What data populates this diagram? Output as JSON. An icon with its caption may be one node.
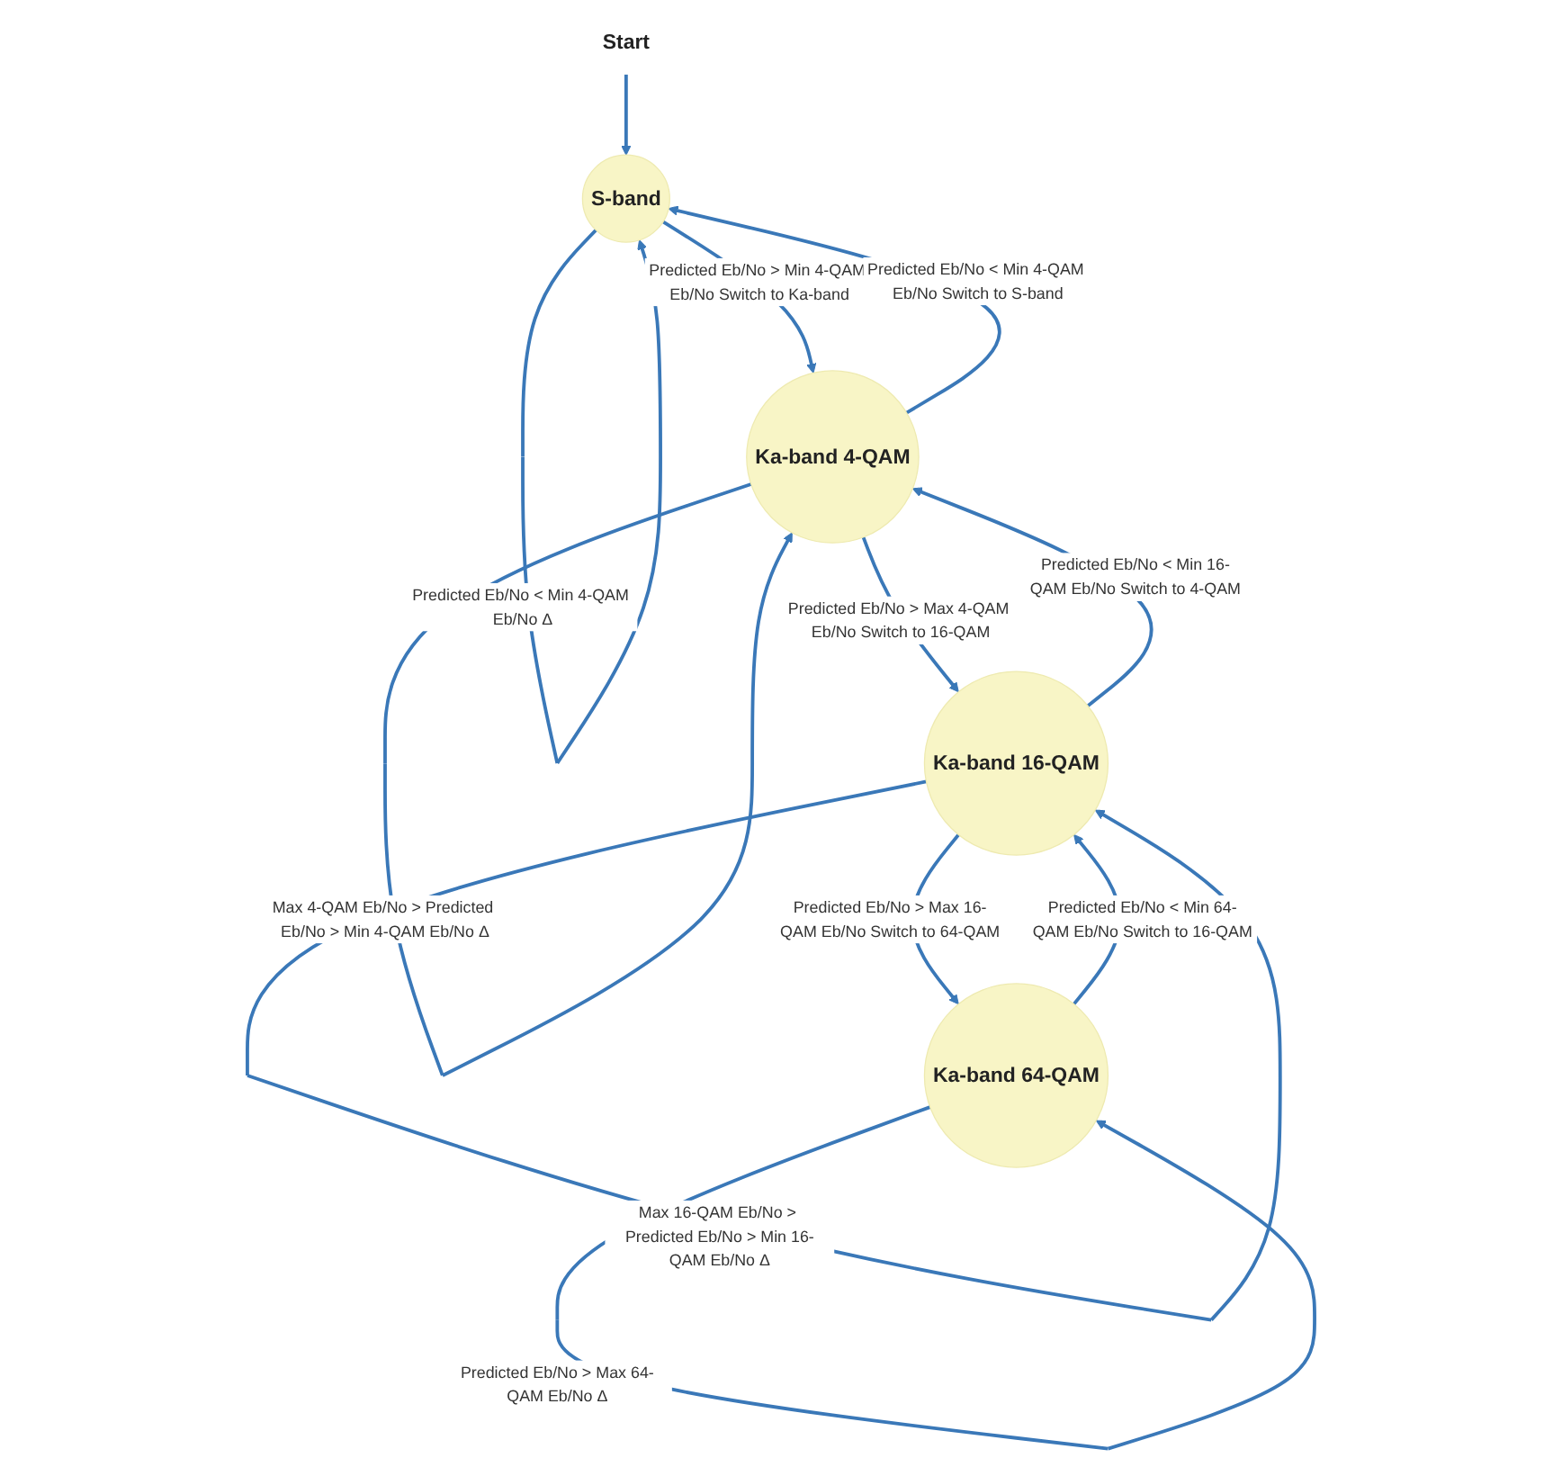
{
  "diagram": {
    "nodes": [
      {
        "text": [
          "Start"
        ]
      },
      {
        "text": [
          "S-band"
        ]
      },
      {
        "text": [
          "Ka-band 4-QAM"
        ]
      },
      {
        "text": [
          "Ka-band 64-QAM"
        ]
      },
      {
        "text": [
          "Ka-band 16-QAM"
        ]
      }
    ],
    "edges": [
      {
        "from": 0,
        "to": 1,
        "arrow": "to"
      },
      {
        "from": 1,
        "to": 2,
        "arrow": "to",
        "label": "Predicted Eb/No > Min 4-QAM Eb/No Switch to Ka-band"
      },
      {
        "from": 2,
        "to": 1,
        "arrow": "to",
        "label": "Predicted Eb/No < Min 4-QAM Eb/No Switch to S-band"
      },
      {
        "from": 1,
        "to": 1,
        "arrow": "to",
        "label": "Predicted Eb/No < Min 4-QAM Eb/No Δ"
      },
      {
        "from": 2,
        "to": 2,
        "arrow": "to",
        "label": "Max 4-QAM Eb/No > Predicted Eb/No > Min 4-QAM Eb/No Δ"
      },
      {
        "from": 4,
        "to": 2,
        "arrow": "to",
        "label": "Predicted Eb/No < Min 16-QAM Eb/No Switch to 4-QAM"
      },
      {
        "from": 2,
        "to": 4,
        "arrow": "to",
        "label": "Predicted Eb/No > Max 4-QAM Eb/No Switch to 16-QAM"
      },
      {
        "from": 3,
        "to": 3,
        "arrow": "to",
        "label": "Predicted Eb/No > Max 64-QAM Eb/No Δ"
      },
      {
        "from": 3,
        "to": 4,
        "arrow": "to",
        "label": "Predicted Eb/No < Min 64-QAM Eb/No Switch to 16-QAM"
      },
      {
        "from": 4,
        "to": 3,
        "arrow": "to",
        "label": "Predicted Eb/No > Max 16-QAM Eb/No Switch to 64-QAM"
      },
      {
        "from": 4,
        "to": 4,
        "arrow": "to",
        "label": "Max 16-QAM Eb/No > Predicted Eb/No > Min 16-QAM Eb/No Δ"
      }
    ]
  }
}
